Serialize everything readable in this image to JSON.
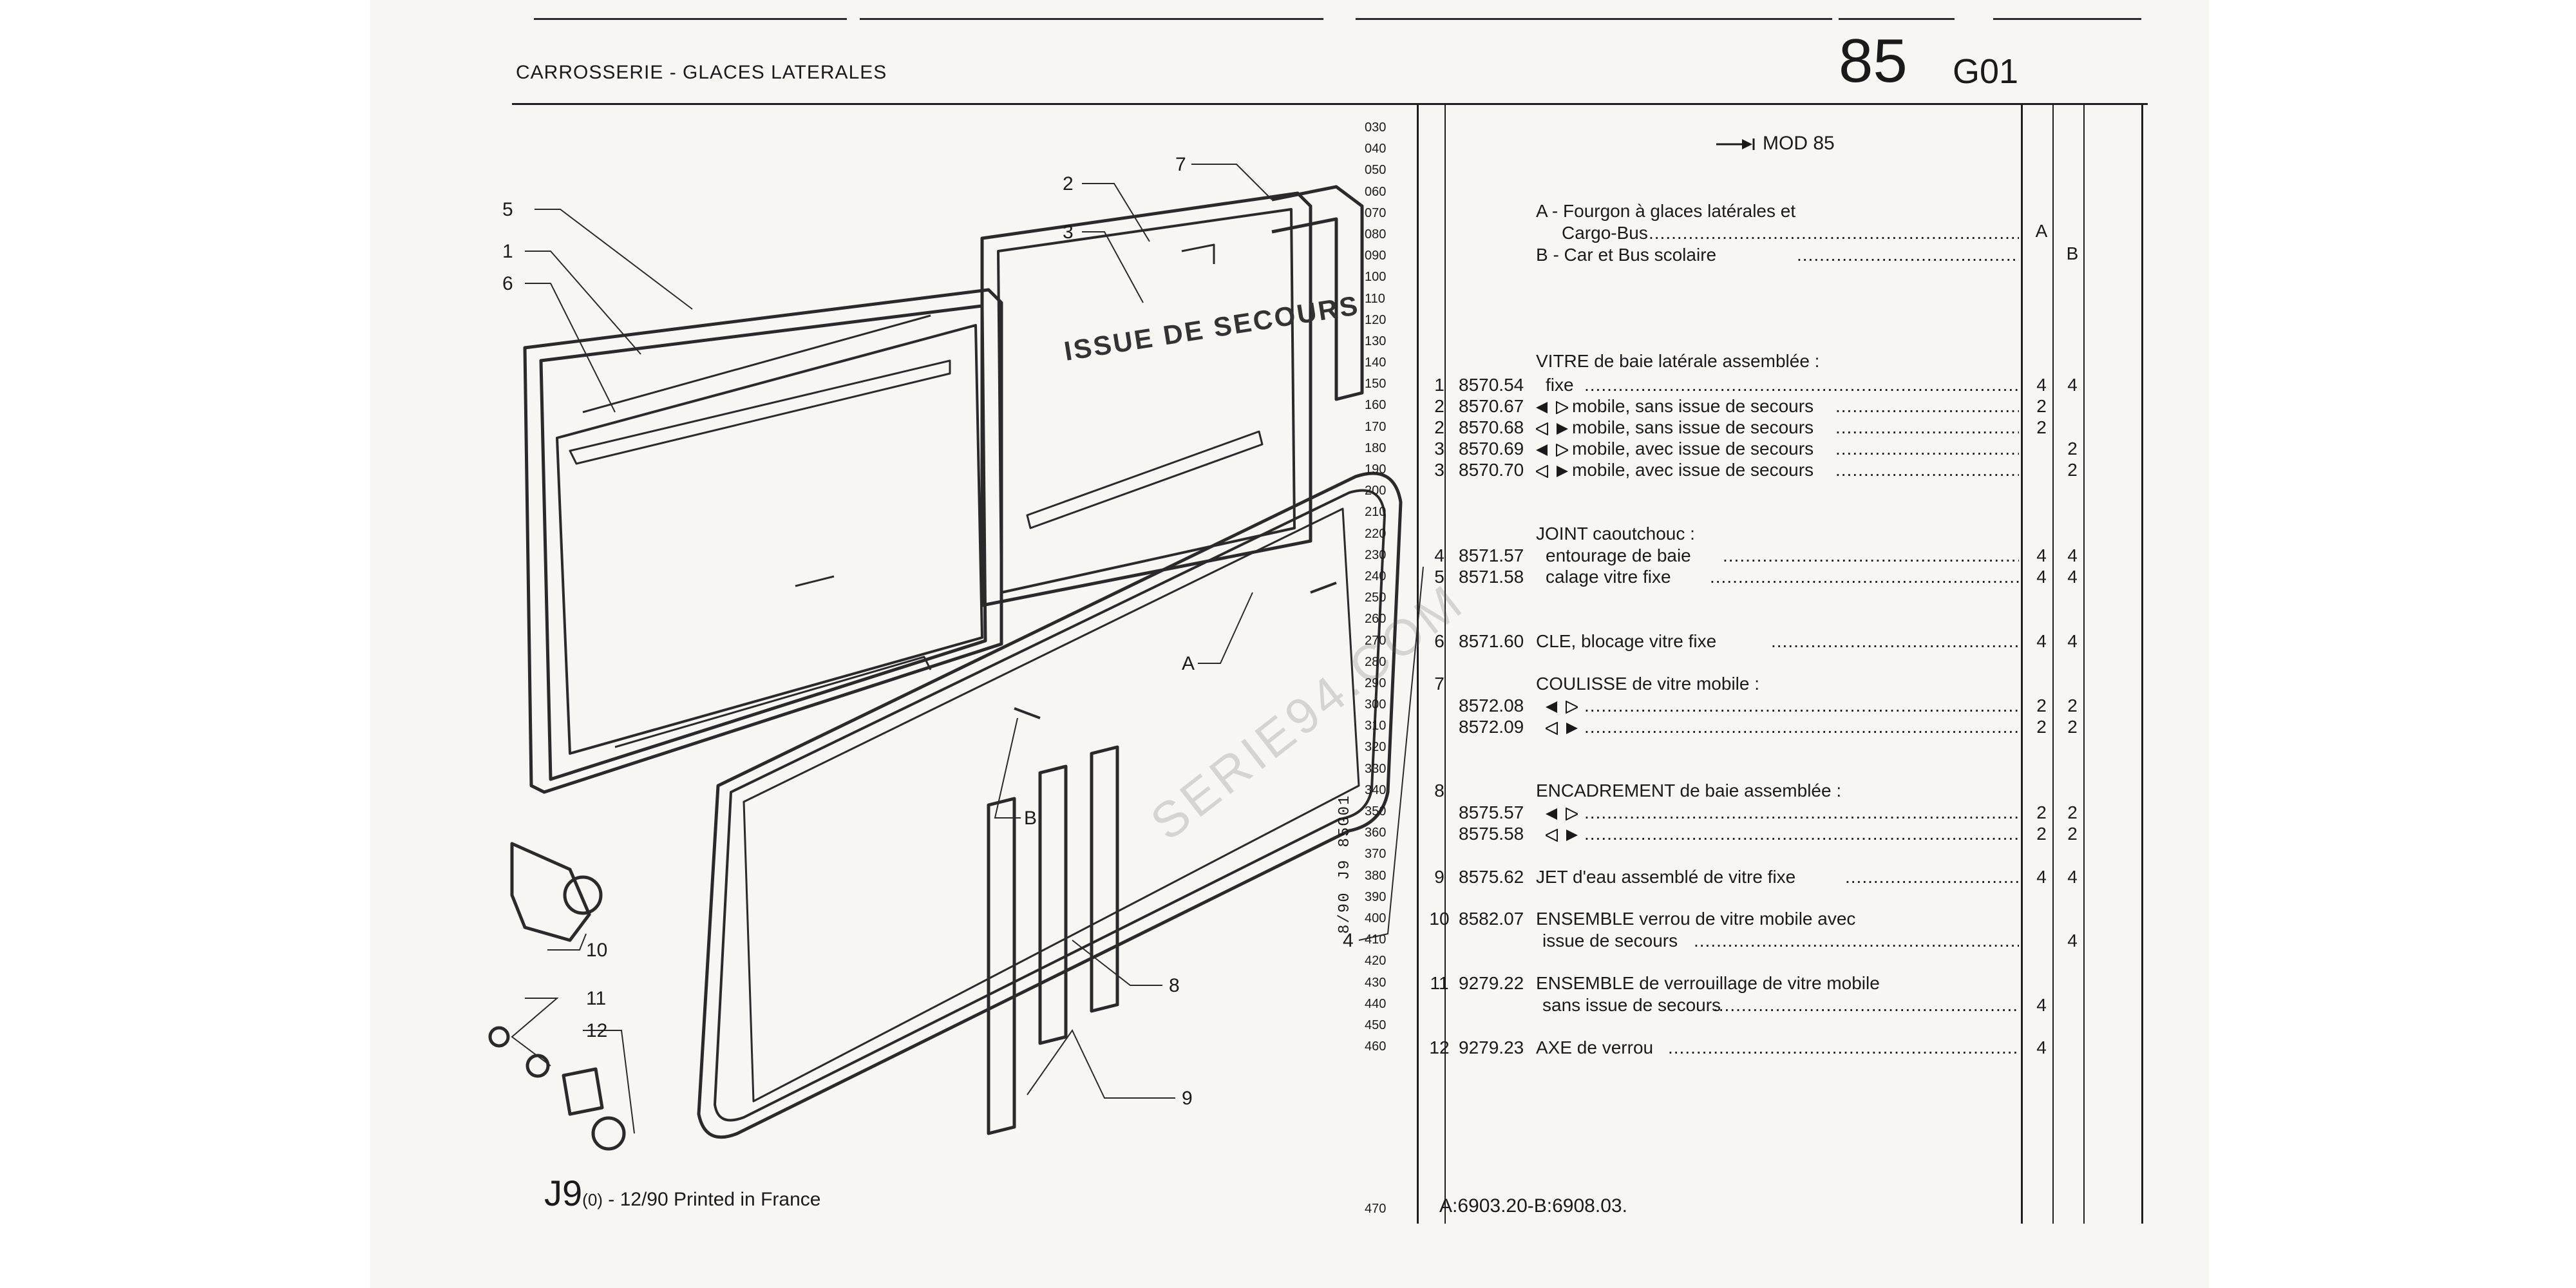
{
  "header": {
    "section_title": "CARROSSERIE - GLACES LATERALES",
    "page_number": "85",
    "group_code": "G01"
  },
  "diagram": {
    "stamp_text": "ISSUE DE SECOURS",
    "callouts": [
      "1",
      "2",
      "3",
      "4",
      "5",
      "6",
      "7",
      "8",
      "9",
      "10",
      "11",
      "12",
      "A",
      "B"
    ]
  },
  "footer": {
    "code": "J9",
    "code_suffix": "(0)",
    "print_info": " - 12/90 Printed in France"
  },
  "vertical_code": [
    "8/90",
    "J9",
    "85G01"
  ],
  "watermark": "SERIE94.COM",
  "line_numbers": [
    "030",
    "040",
    "050",
    "060",
    "070",
    "080",
    "090",
    "100",
    "110",
    "120",
    "130",
    "140",
    "150",
    "160",
    "170",
    "180",
    "190",
    "200",
    "210",
    "220",
    "230",
    "240",
    "250",
    "260",
    "270",
    "280",
    "290",
    "300",
    "310",
    "320",
    "330",
    "340",
    "350",
    "360",
    "370",
    "380",
    "390",
    "400",
    "410",
    "420",
    "430",
    "440",
    "450",
    "460"
  ],
  "line_number_last": "470",
  "model_marker": "MOD 85",
  "variants": {
    "a_line1": "A - Fourgon à glaces latérales et",
    "a_line2": "Cargo-Bus",
    "a_code": "A",
    "b_line": "B - Car et Bus scolaire",
    "b_code": "B"
  },
  "parts": {
    "vitre_heading": "VITRE de baie latérale assemblée :",
    "vitre": [
      {
        "ref": "1",
        "part": "8570.54",
        "arrow": false,
        "desc": "fixe",
        "qa": "4",
        "qb": "4"
      },
      {
        "ref": "2",
        "part": "8570.67",
        "arrow": true,
        "desc": "mobile, sans issue de secours",
        "qa": "2",
        "qb": ""
      },
      {
        "ref": "2",
        "part": "8570.68",
        "arrow": true,
        "desc": "mobile, sans issue de secours",
        "qa": "2",
        "qb": ""
      },
      {
        "ref": "3",
        "part": "8570.69",
        "arrow": true,
        "desc": "mobile, avec issue de secours",
        "qa": "",
        "qb": "2"
      },
      {
        "ref": "3",
        "part": "8570.70",
        "arrow": true,
        "desc": "mobile, avec issue de secours",
        "qa": "",
        "qb": "2"
      }
    ],
    "joint_heading": "JOINT caoutchouc :",
    "joint": [
      {
        "ref": "4",
        "part": "8571.57",
        "desc": "entourage de baie",
        "qa": "4",
        "qb": "4"
      },
      {
        "ref": "5",
        "part": "8571.58",
        "desc": "calage vitre fixe",
        "qa": "4",
        "qb": "4"
      }
    ],
    "cle": {
      "ref": "6",
      "part": "8571.60",
      "desc": "CLE, blocage vitre fixe",
      "qa": "4",
      "qb": "4"
    },
    "coulisse_ref": "7",
    "coulisse_heading": "COULISSE de vitre mobile :",
    "coulisse": [
      {
        "part": "8572.08",
        "qa": "2",
        "qb": "2"
      },
      {
        "part": "8572.09",
        "qa": "2",
        "qb": "2"
      }
    ],
    "encadrement_ref": "8",
    "encadrement_heading": "ENCADREMENT de baie assemblée :",
    "encadrement": [
      {
        "part": "8575.57",
        "qa": "2",
        "qb": "2"
      },
      {
        "part": "8575.58",
        "qa": "2",
        "qb": "2"
      }
    ],
    "jet": {
      "ref": "9",
      "part": "8575.62",
      "desc": "JET d'eau assemblé de vitre fixe",
      "qa": "4",
      "qb": "4"
    },
    "verrou": {
      "ref": "10",
      "part": "8582.07",
      "desc1": "ENSEMBLE verrou de vitre mobile avec",
      "desc2": "issue de secours",
      "qa": "",
      "qb": "4"
    },
    "verrouillage": {
      "ref": "11",
      "part": "9279.22",
      "desc1": "ENSEMBLE de verrouillage de vitre mobile",
      "desc2": "sans issue de secours",
      "qa": "4",
      "qb": ""
    },
    "axe": {
      "ref": "12",
      "part": "9279.23",
      "desc": "AXE de verrou",
      "qa": "4",
      "qb": ""
    }
  },
  "footer_reference": "A:6903.20-B:6908.03."
}
